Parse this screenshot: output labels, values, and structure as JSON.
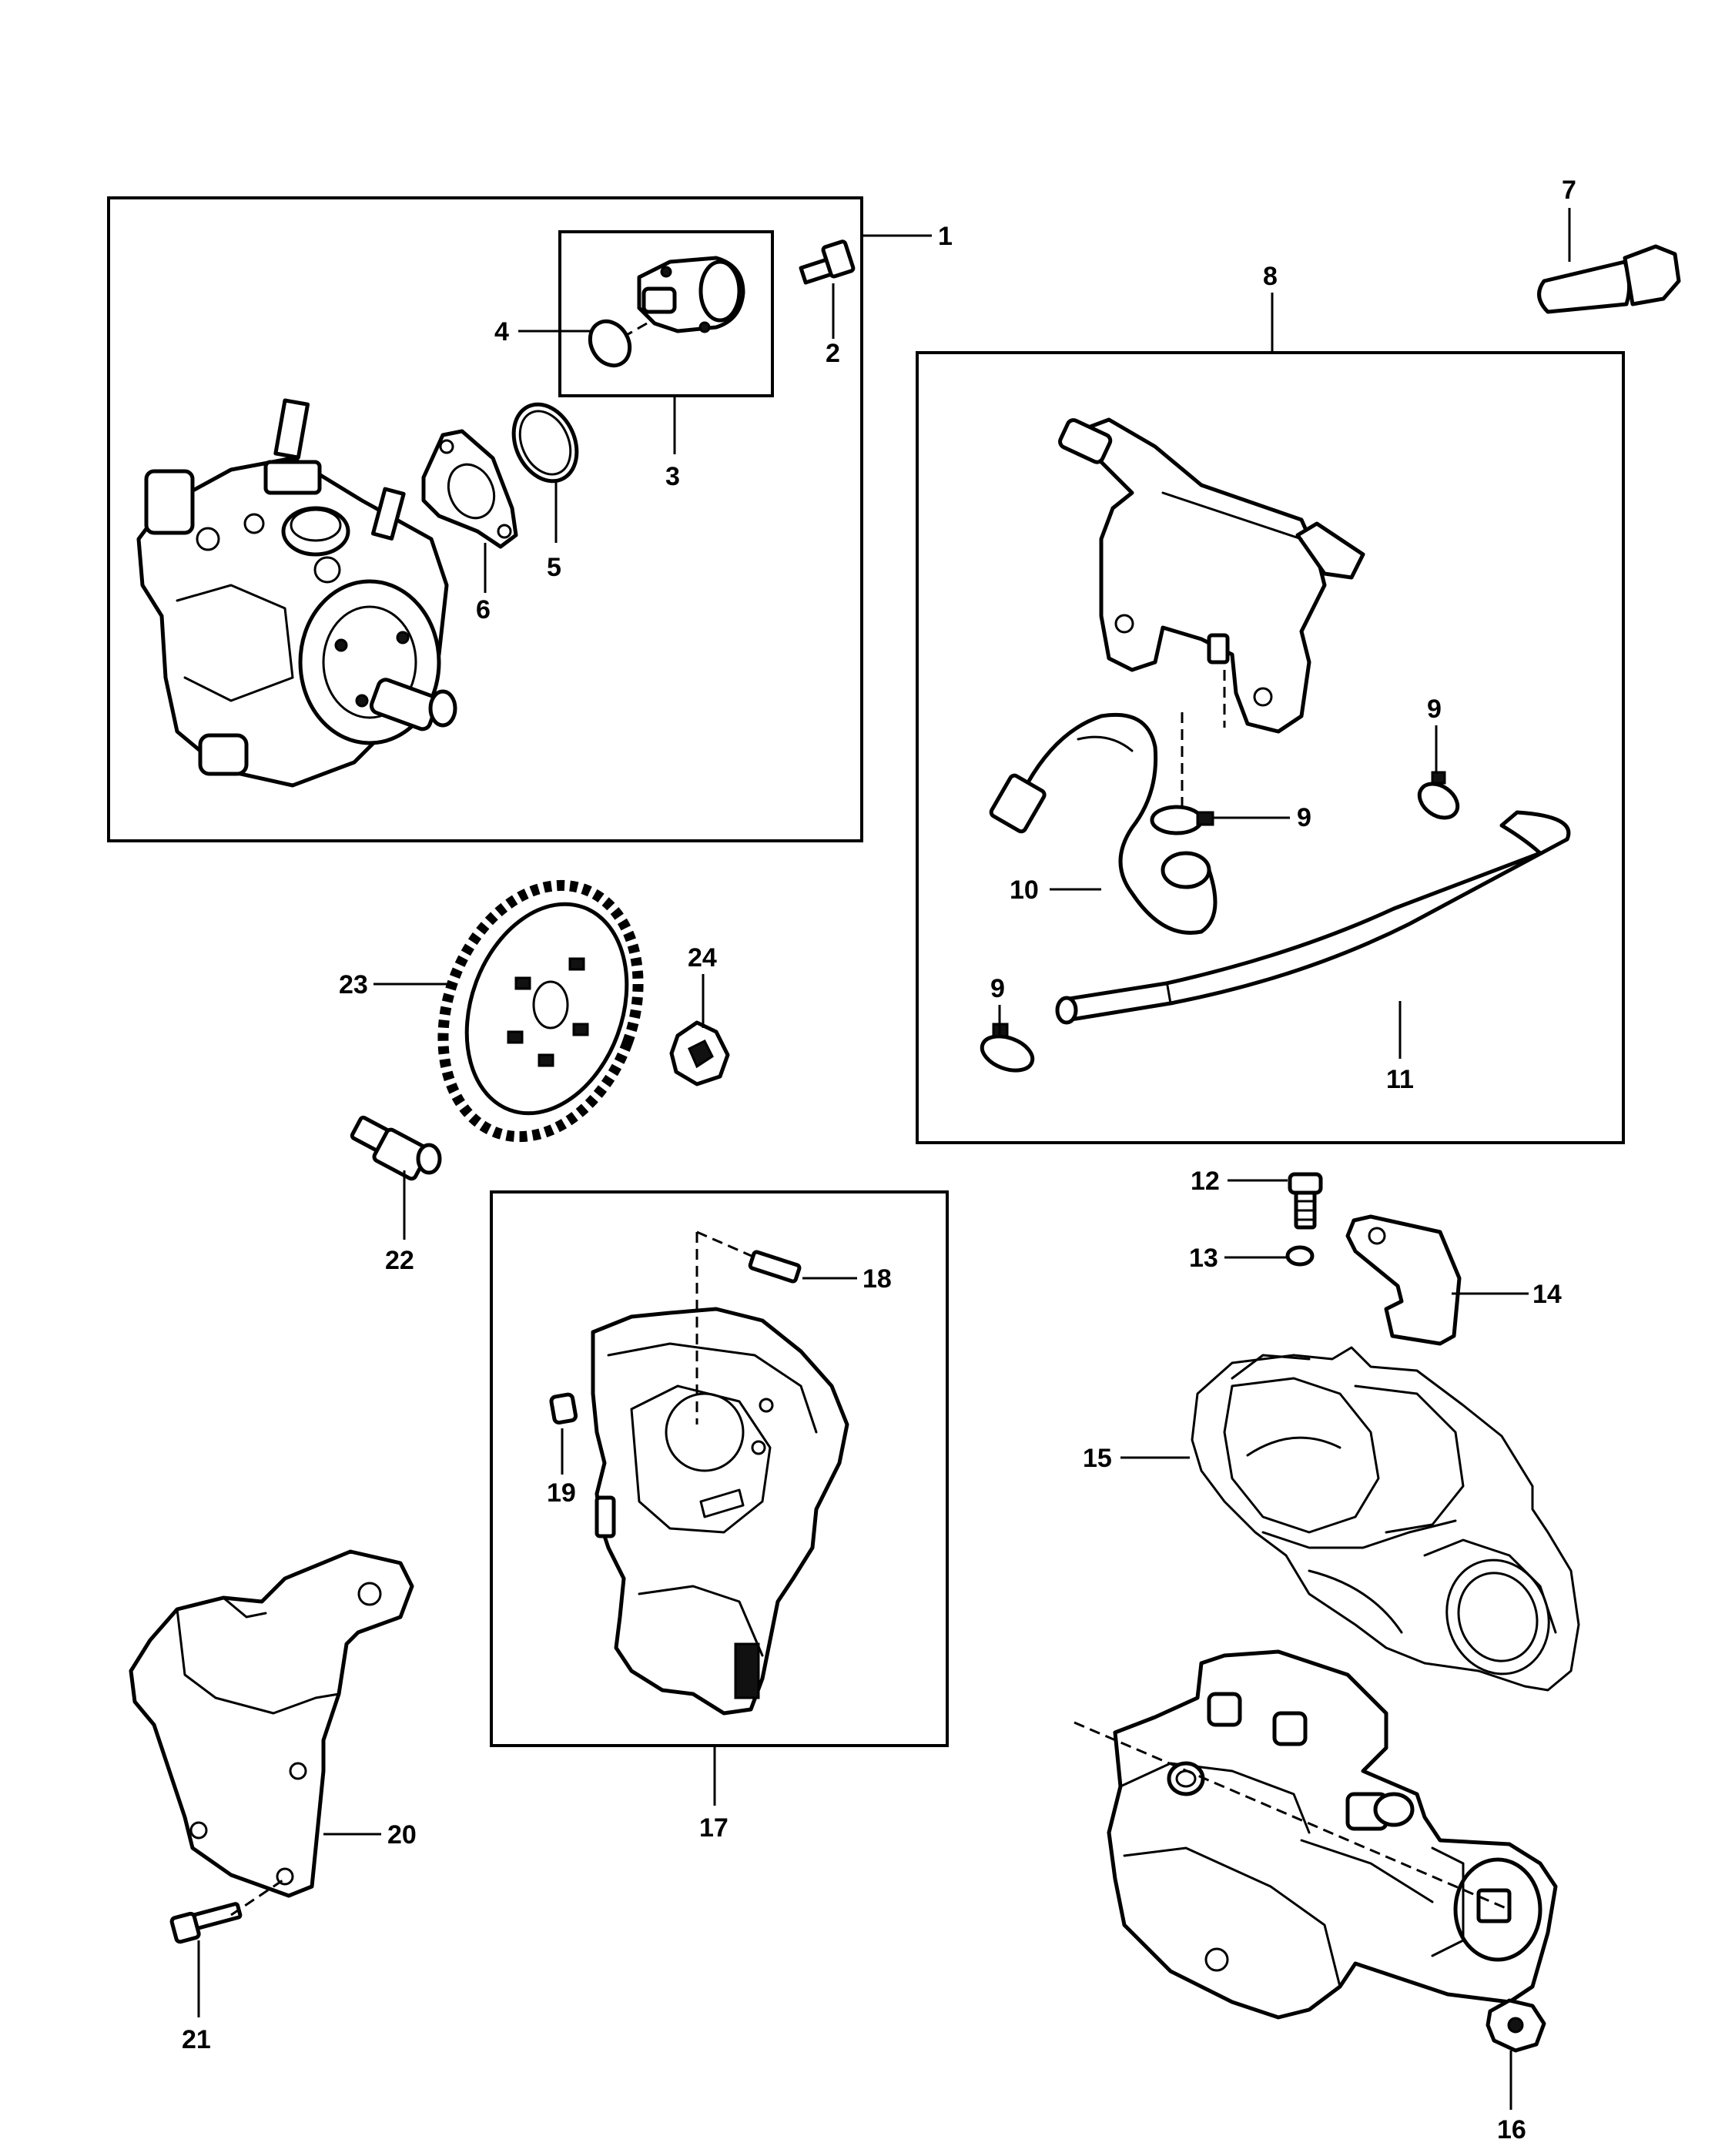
{
  "callouts": {
    "c1": "1",
    "c2": "2",
    "c3": "3",
    "c4": "4",
    "c5": "5",
    "c6": "6",
    "c7": "7",
    "c8": "8",
    "c9a": "9",
    "c9b": "9",
    "c9c": "9",
    "c10": "10",
    "c11": "11",
    "c12": "12",
    "c13": "13",
    "c14": "14",
    "c15": "15",
    "c16": "16",
    "c17": "17",
    "c18": "18",
    "c19": "19",
    "c20": "20",
    "c21": "21",
    "c22": "22",
    "c23": "23",
    "c24": "24"
  }
}
